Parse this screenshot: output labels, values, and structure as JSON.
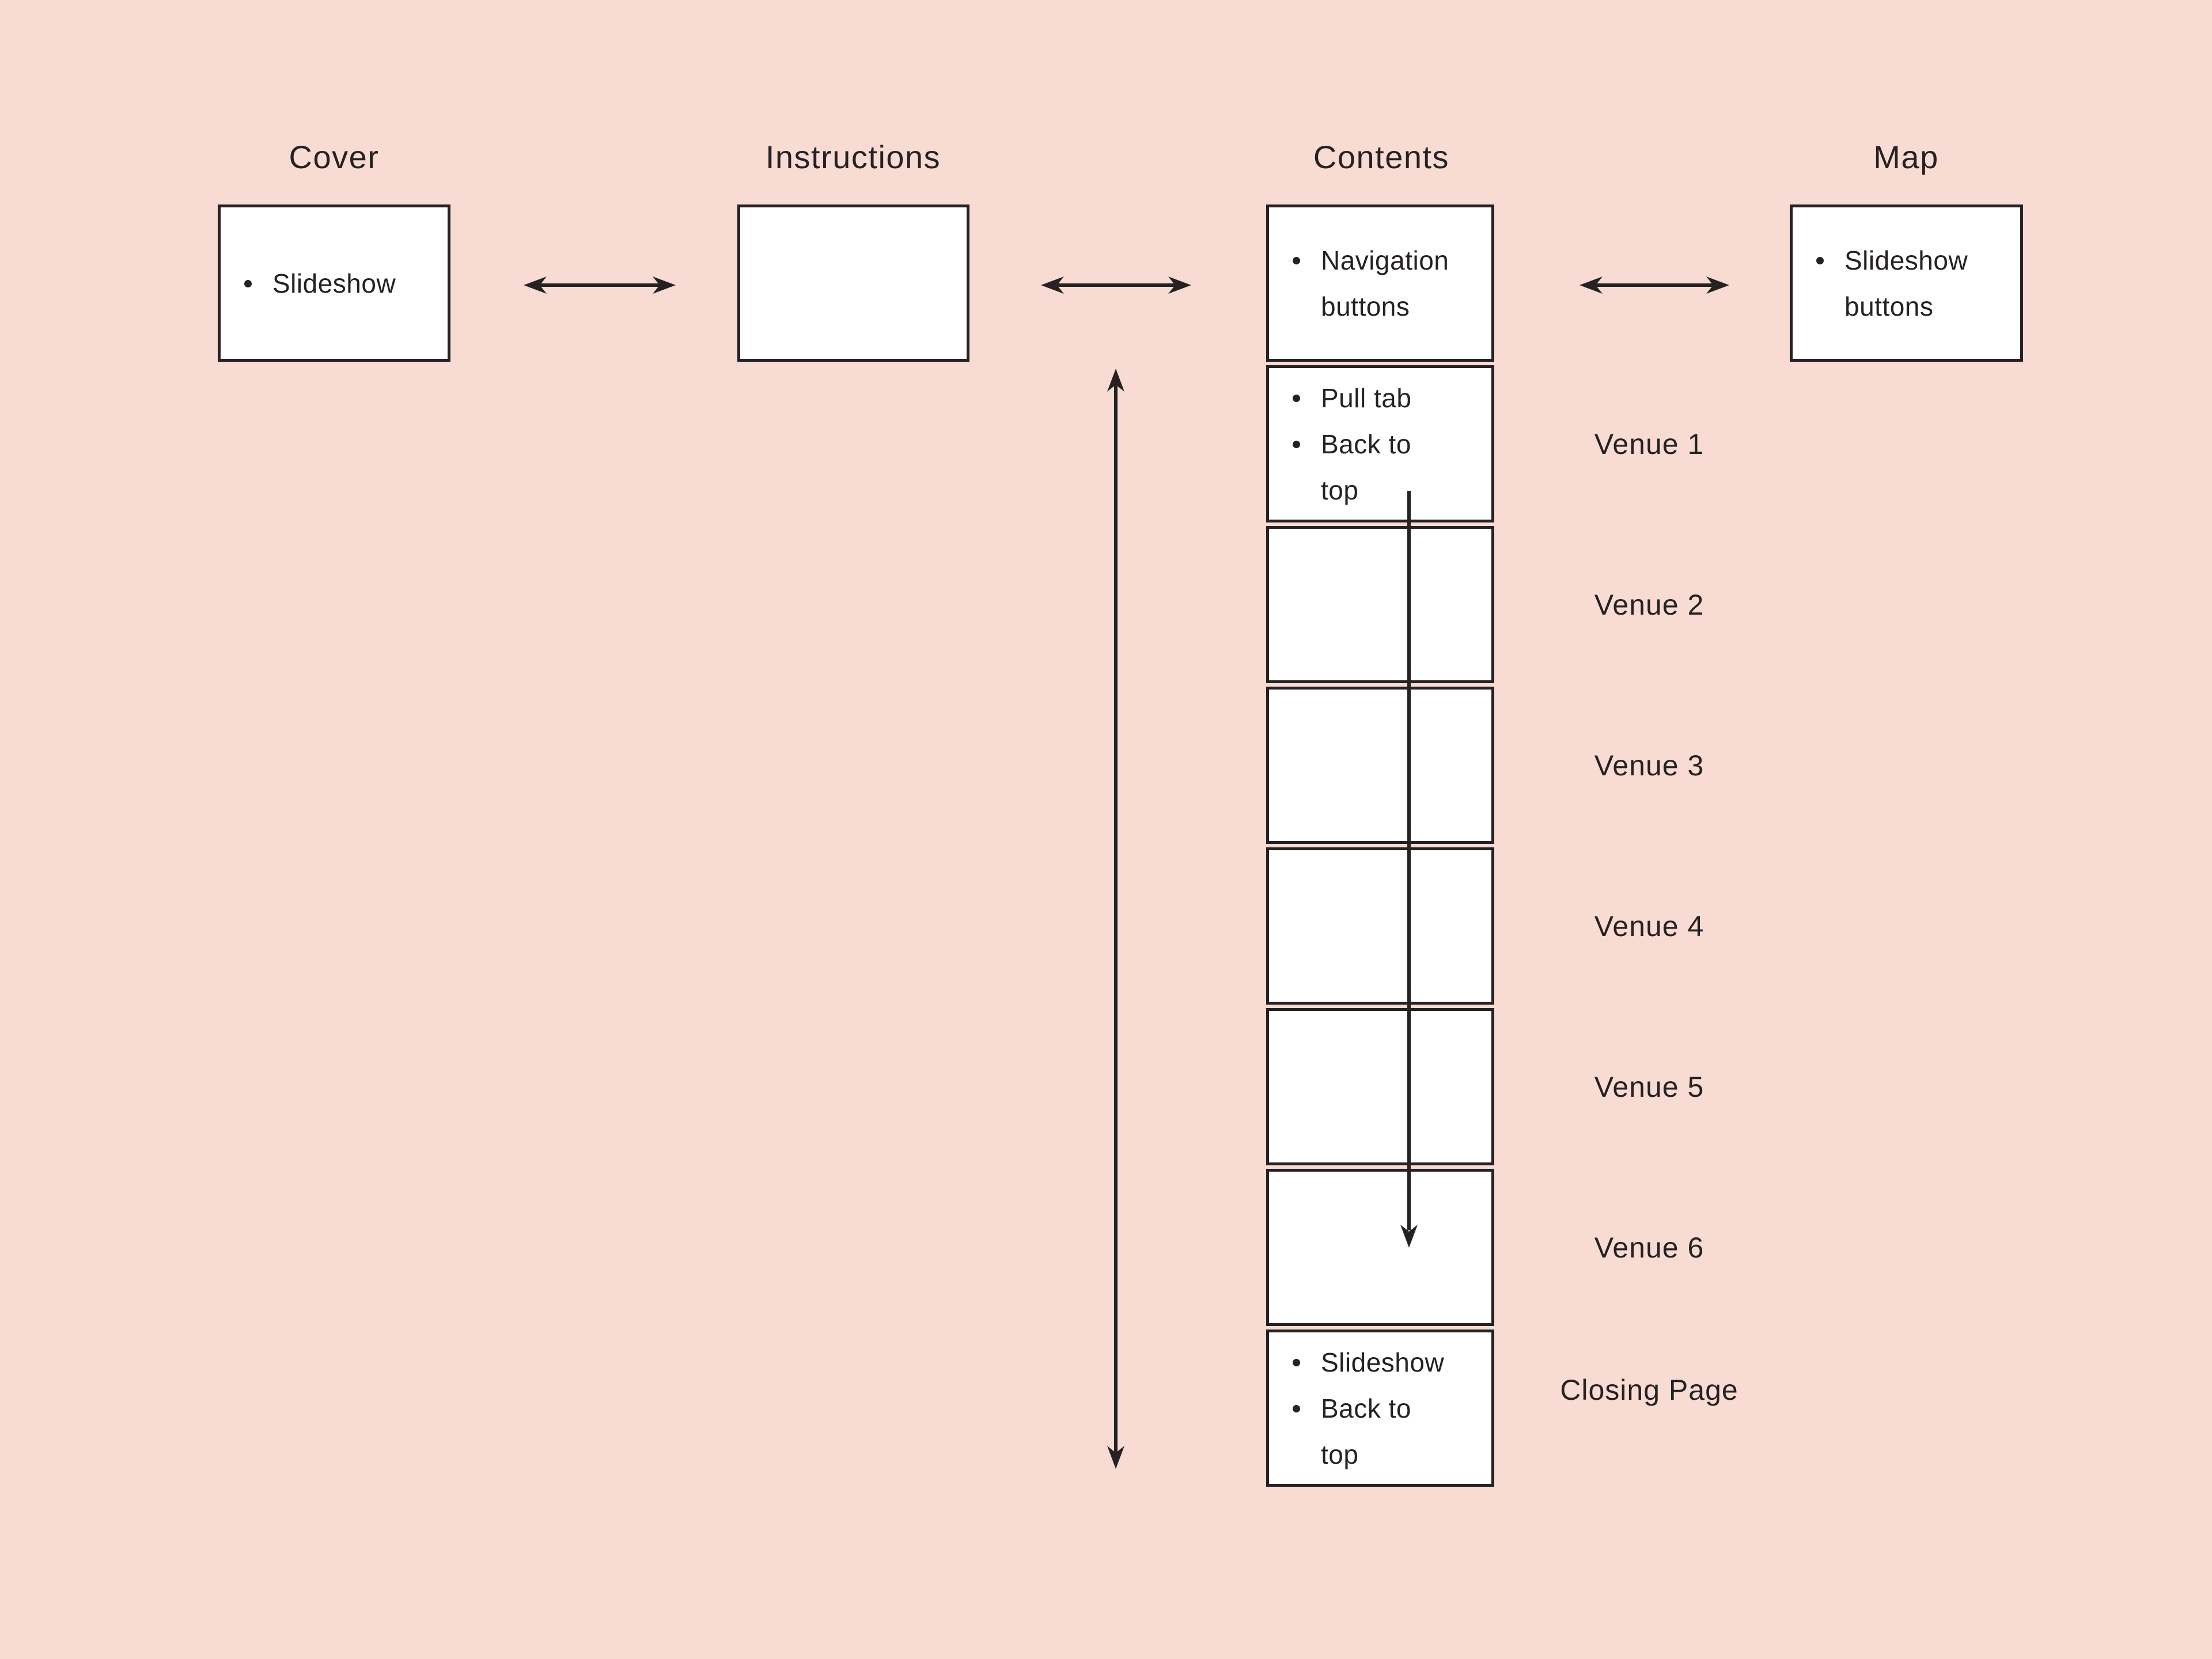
{
  "diagram": {
    "title_context": "interactive book sitemap flow",
    "colors": {
      "bg": "#f8dcd3",
      "ink": "#262122",
      "boxfill": "#ffffff"
    },
    "top_sections": [
      {
        "label": "Cover",
        "bullets": [
          "Slideshow"
        ]
      },
      {
        "label": "Instructions",
        "bullets": []
      },
      {
        "label": "Contents",
        "bullets": [
          "Navigation buttons"
        ]
      },
      {
        "label": "Map",
        "bullets": [
          "Slideshow buttons"
        ]
      }
    ],
    "stack_rows": [
      {
        "label": "Venue 1",
        "bullets": [
          "Pull tab",
          "Back to top"
        ]
      },
      {
        "label": "Venue 2",
        "bullets": []
      },
      {
        "label": "Venue 3",
        "bullets": []
      },
      {
        "label": "Venue 4",
        "bullets": []
      },
      {
        "label": "Venue 5",
        "bullets": []
      },
      {
        "label": "Venue 6",
        "bullets": []
      },
      {
        "label": "Closing Page",
        "bullets": [
          "Slideshow",
          "Back to top"
        ]
      }
    ],
    "connectors": [
      {
        "name": "cover-instructions",
        "type": "horizontal-double-arrow"
      },
      {
        "name": "instructions-contents",
        "type": "horizontal-double-arrow"
      },
      {
        "name": "contents-map",
        "type": "horizontal-double-arrow"
      },
      {
        "name": "contents-scroll-span",
        "type": "vertical-double-arrow"
      },
      {
        "name": "contents-flow-down",
        "type": "vertical-down-arrow"
      }
    ]
  }
}
